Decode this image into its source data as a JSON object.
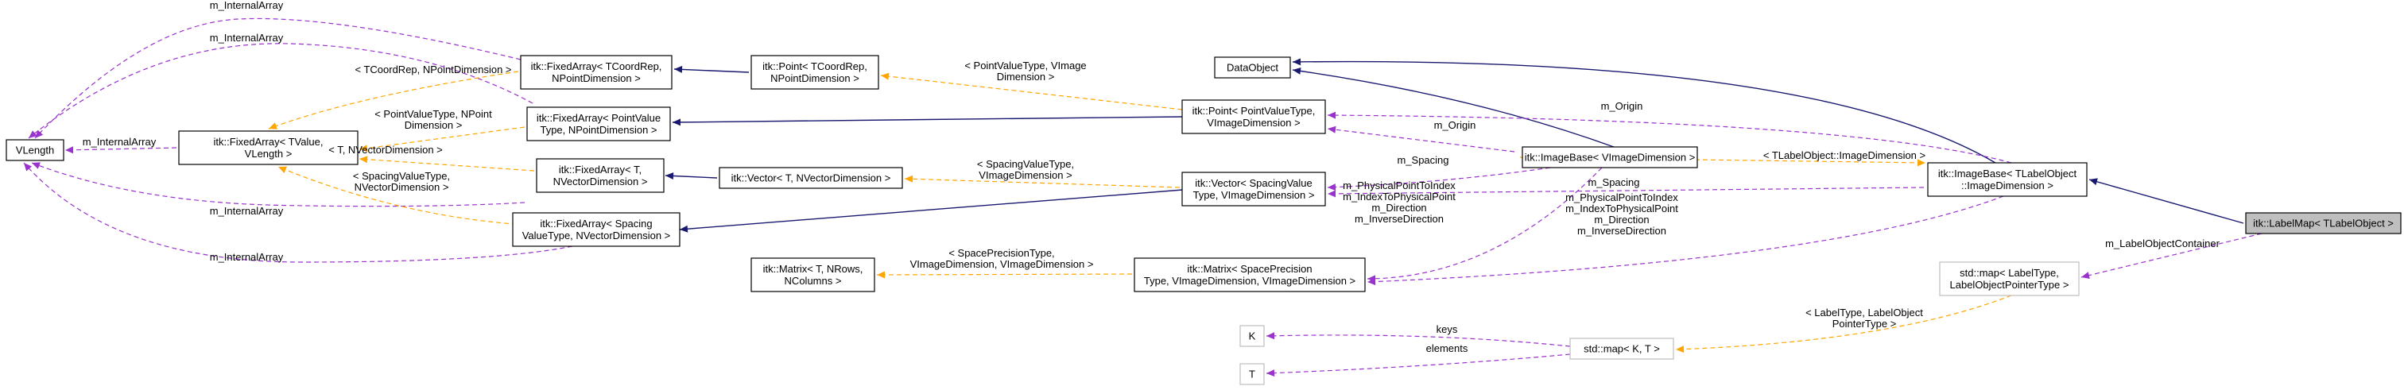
{
  "nodes": {
    "vlength": {
      "lines": [
        "VLength"
      ]
    },
    "fa_tvalue": {
      "lines": [
        "itk::FixedArray< TValue,",
        "VLength >"
      ]
    },
    "fa_tcoordrep": {
      "lines": [
        "itk::FixedArray< TCoordRep,",
        "NPointDimension >"
      ]
    },
    "point_tcoordrep": {
      "lines": [
        "itk::Point< TCoordRep,",
        "NPointDimension >"
      ]
    },
    "fa_pointvalue": {
      "lines": [
        "itk::FixedArray< PointValue",
        "Type, NPointDimension >"
      ]
    },
    "fa_t_nvector": {
      "lines": [
        "itk::FixedArray< T,",
        "NVectorDimension >"
      ]
    },
    "vector_t": {
      "lines": [
        "itk::Vector< T, NVectorDimension >"
      ]
    },
    "fa_spacing": {
      "lines": [
        "itk::FixedArray< Spacing",
        "ValueType, NVectorDimension >"
      ]
    },
    "matrix_t": {
      "lines": [
        "itk::Matrix< T, NRows,",
        "NColumns >"
      ]
    },
    "dataobject": {
      "lines": [
        "DataObject"
      ]
    },
    "point_pointvalue": {
      "lines": [
        "itk::Point< PointValueType,",
        "VImageDimension >"
      ]
    },
    "vector_spacing": {
      "lines": [
        "itk::Vector< SpacingValue",
        "Type, VImageDimension >"
      ]
    },
    "matrix_spaceprecision": {
      "lines": [
        "itk::Matrix< SpacePrecision",
        "Type, VImageDimension, VImageDimension >"
      ]
    },
    "imagebase_v": {
      "lines": [
        "itk::ImageBase< VImageDimension >"
      ]
    },
    "imagebase_t": {
      "lines": [
        "itk::ImageBase< TLabelObject",
        "::ImageDimension >"
      ]
    },
    "labelmap": {
      "lines": [
        "itk::LabelMap< TLabelObject >"
      ]
    },
    "stdmap_label": {
      "lines": [
        "std::map< LabelType,",
        "LabelObjectPointerType >"
      ]
    },
    "k": {
      "lines": [
        "K"
      ]
    },
    "t": {
      "lines": [
        "T"
      ]
    },
    "stdmap_kt": {
      "lines": [
        "std::map< K, T >"
      ]
    }
  },
  "edge_labels": {
    "m_internal_array_top": [
      "m_InternalArray"
    ],
    "m_internal_array_2": [
      "m_InternalArray"
    ],
    "m_internal_array_mid": [
      "m_InternalArray"
    ],
    "m_internal_array_lower": [
      "m_InternalArray"
    ],
    "m_internal_array_bottom": [
      "m_InternalArray"
    ],
    "tpl_tcoordrep": [
      "< TCoordRep, NPointDimension >"
    ],
    "tpl_pointvalue_fa": [
      "< PointValueType, NPoint",
      "Dimension >"
    ],
    "tpl_t_nvector": [
      "< T, NVectorDimension >"
    ],
    "tpl_spacing_fa": [
      "< SpacingValueType,",
      "NVectorDimension >"
    ],
    "tpl_point": [
      "< PointValueType, VImage",
      "Dimension >"
    ],
    "tpl_vector": [
      "< SpacingValueType,",
      "VImageDimension >"
    ],
    "tpl_matrix": [
      "< SpacePrecisionType,",
      "VImageDimension, VImageDimension >"
    ],
    "m_origin_1": [
      "m_Origin"
    ],
    "m_origin_2": [
      "m_Origin"
    ],
    "m_spacing_1": [
      "m_Spacing"
    ],
    "m_spacing_2": [
      "m_Spacing"
    ],
    "members_1": [
      "m_PhysicalPointToIndex",
      "m_IndexToPhysicalPoint",
      "m_Direction",
      "m_InverseDirection"
    ],
    "members_2": [
      "m_PhysicalPointToIndex",
      "m_IndexToPhysicalPoint",
      "m_Direction",
      "m_InverseDirection"
    ],
    "tpl_imagedim": [
      "< TLabelObject::ImageDimension >"
    ],
    "m_labelobjectcontainer": [
      "m_LabelObjectContainer"
    ],
    "tpl_labeltype": [
      "< LabelType, LabelObject",
      "PointerType >"
    ],
    "keys": [
      "keys"
    ],
    "elements": [
      "elements"
    ]
  },
  "colors": {
    "inheritance": "#191970",
    "usage": "#9a32cd",
    "template": "#ffa500",
    "focus_fill": "#bfbfbf"
  }
}
